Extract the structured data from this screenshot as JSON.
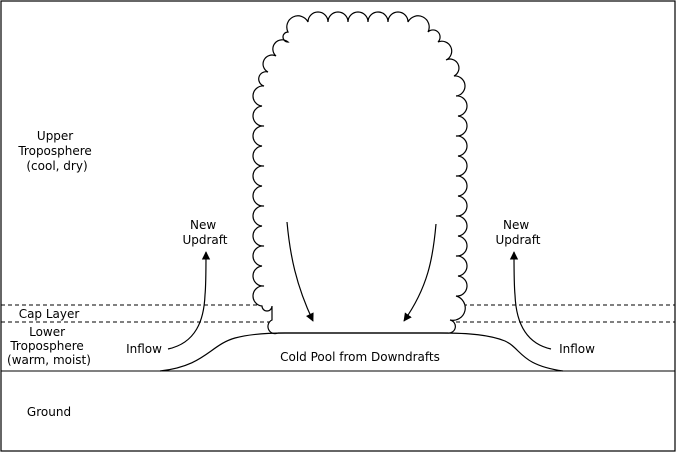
{
  "labels": {
    "upper_troposphere": [
      "Upper",
      "Troposphere",
      "(cool, dry)"
    ],
    "new_updraft_left": [
      "New",
      "Updraft"
    ],
    "new_updraft_right": [
      "New",
      "Updraft"
    ],
    "cap_layer": "Cap Layer",
    "lower_troposphere": [
      "Lower",
      "Troposphere",
      "(warm, moist)"
    ],
    "inflow_left": "Inflow",
    "inflow_right": "Inflow",
    "cold_pool": "Cold Pool from Downdrafts",
    "ground": "Ground"
  },
  "colors": {
    "stroke": "#000000",
    "background": "#ffffff"
  }
}
